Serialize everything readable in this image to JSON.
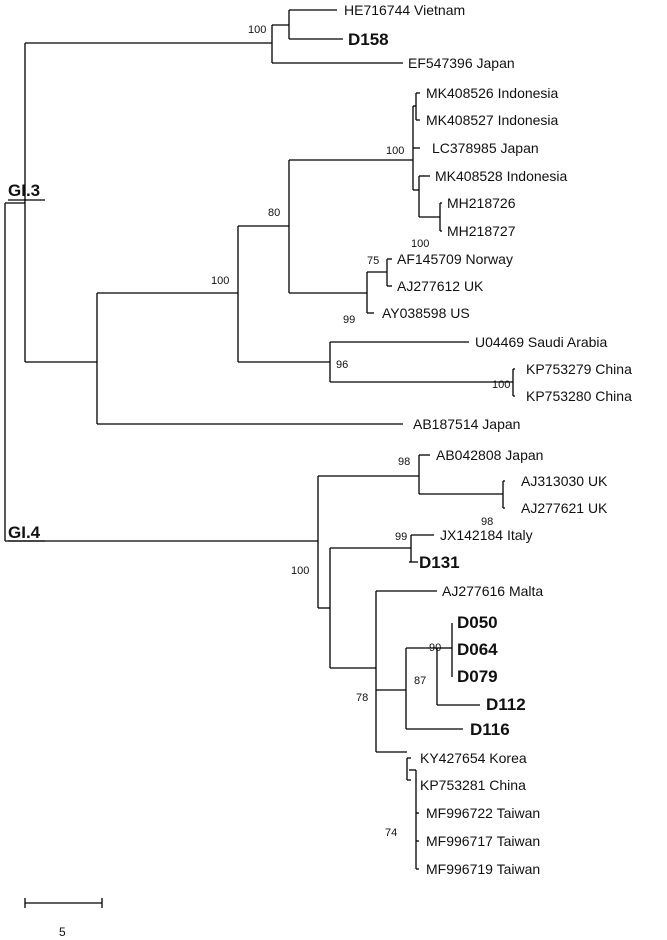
{
  "groups": {
    "gi3": "GI.3",
    "gi4": "GI.4"
  },
  "leaves": {
    "he716744": "HE716744 Vietnam",
    "d158": "D158",
    "ef547396": "EF547396 Japan",
    "mk408526": "MK408526 Indonesia",
    "mk408527": "MK408527 Indonesia",
    "lc378985": "LC378985 Japan",
    "mk408528": "MK408528 Indonesia",
    "mh218726": "MH218726",
    "mh218727": "MH218727",
    "af145709": "AF145709 Norway",
    "aj277612": "AJ277612 UK",
    "ay038598": "AY038598 US",
    "u04469": "U04469 Saudi Arabia",
    "kp753279": "KP753279 China",
    "kp753280": "KP753280 China",
    "ab187514": "AB187514 Japan",
    "ab042808": "AB042808 Japan",
    "aj313030": "AJ313030 UK",
    "aj277621": "AJ277621 UK",
    "jx142184": "JX142184 Italy",
    "d131": "D131",
    "aj277616": "AJ277616 Malta",
    "d050": "D050",
    "d064": "D064",
    "d079": "D079",
    "d112": "D112",
    "d116": "D116",
    "ky427654": "KY427654 Korea",
    "kp753281": "KP753281 China",
    "mf996722": "MF996722 Taiwan",
    "mf996717": "MF996717 Taiwan",
    "mf996719": "MF996719 Taiwan"
  },
  "bootstrap": {
    "vietnam_d158": "100",
    "mk_cluster": "100",
    "mh_pair": "100",
    "node80": "80",
    "node75": "75",
    "node99": "99",
    "node100_gi3": "100",
    "node96": "96",
    "kp_pair": "100",
    "node98": "98",
    "aj_pair": "98",
    "italy_d131": "99",
    "node100_gi4": "100",
    "node90": "90",
    "node87": "87",
    "node78": "78",
    "node74": "74"
  },
  "scale_bar": {
    "label": "5"
  }
}
